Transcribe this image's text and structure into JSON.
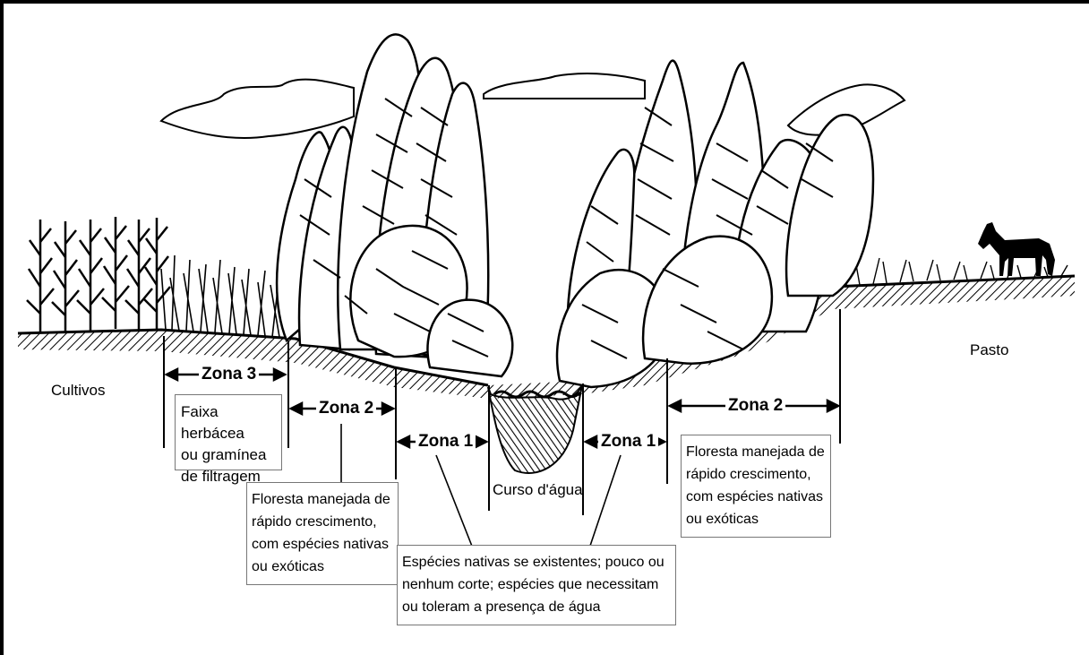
{
  "labels": {
    "cultivos": "Cultivos",
    "pasto": "Pasto",
    "curso_agua": "Curso d'água"
  },
  "zones": {
    "zona3": "Zona 3",
    "zona2_left": "Zona 2",
    "zona1_left": "Zona 1",
    "zona1_right": "Zona 1",
    "zona2_right": "Zona 2"
  },
  "boxes": {
    "faixa": [
      "Faixa herbácea",
      "ou gramínea",
      "de filtragem"
    ],
    "floresta_left": [
      "Floresta manejada de",
      "rápido crescimento,",
      "com espécies nativas",
      "ou exóticas"
    ],
    "floresta_right": [
      "Floresta manejada de",
      "rápido crescimento,",
      "com espécies nativas",
      "ou exóticas"
    ],
    "nativas": [
      "Espécies nativas se existentes; pouco ou",
      "nenhum corte; espécies que necessitam",
      "ou toleram a presença de água"
    ]
  },
  "colors": {
    "ink": "#000000",
    "paper": "#ffffff",
    "border": "#777777"
  }
}
